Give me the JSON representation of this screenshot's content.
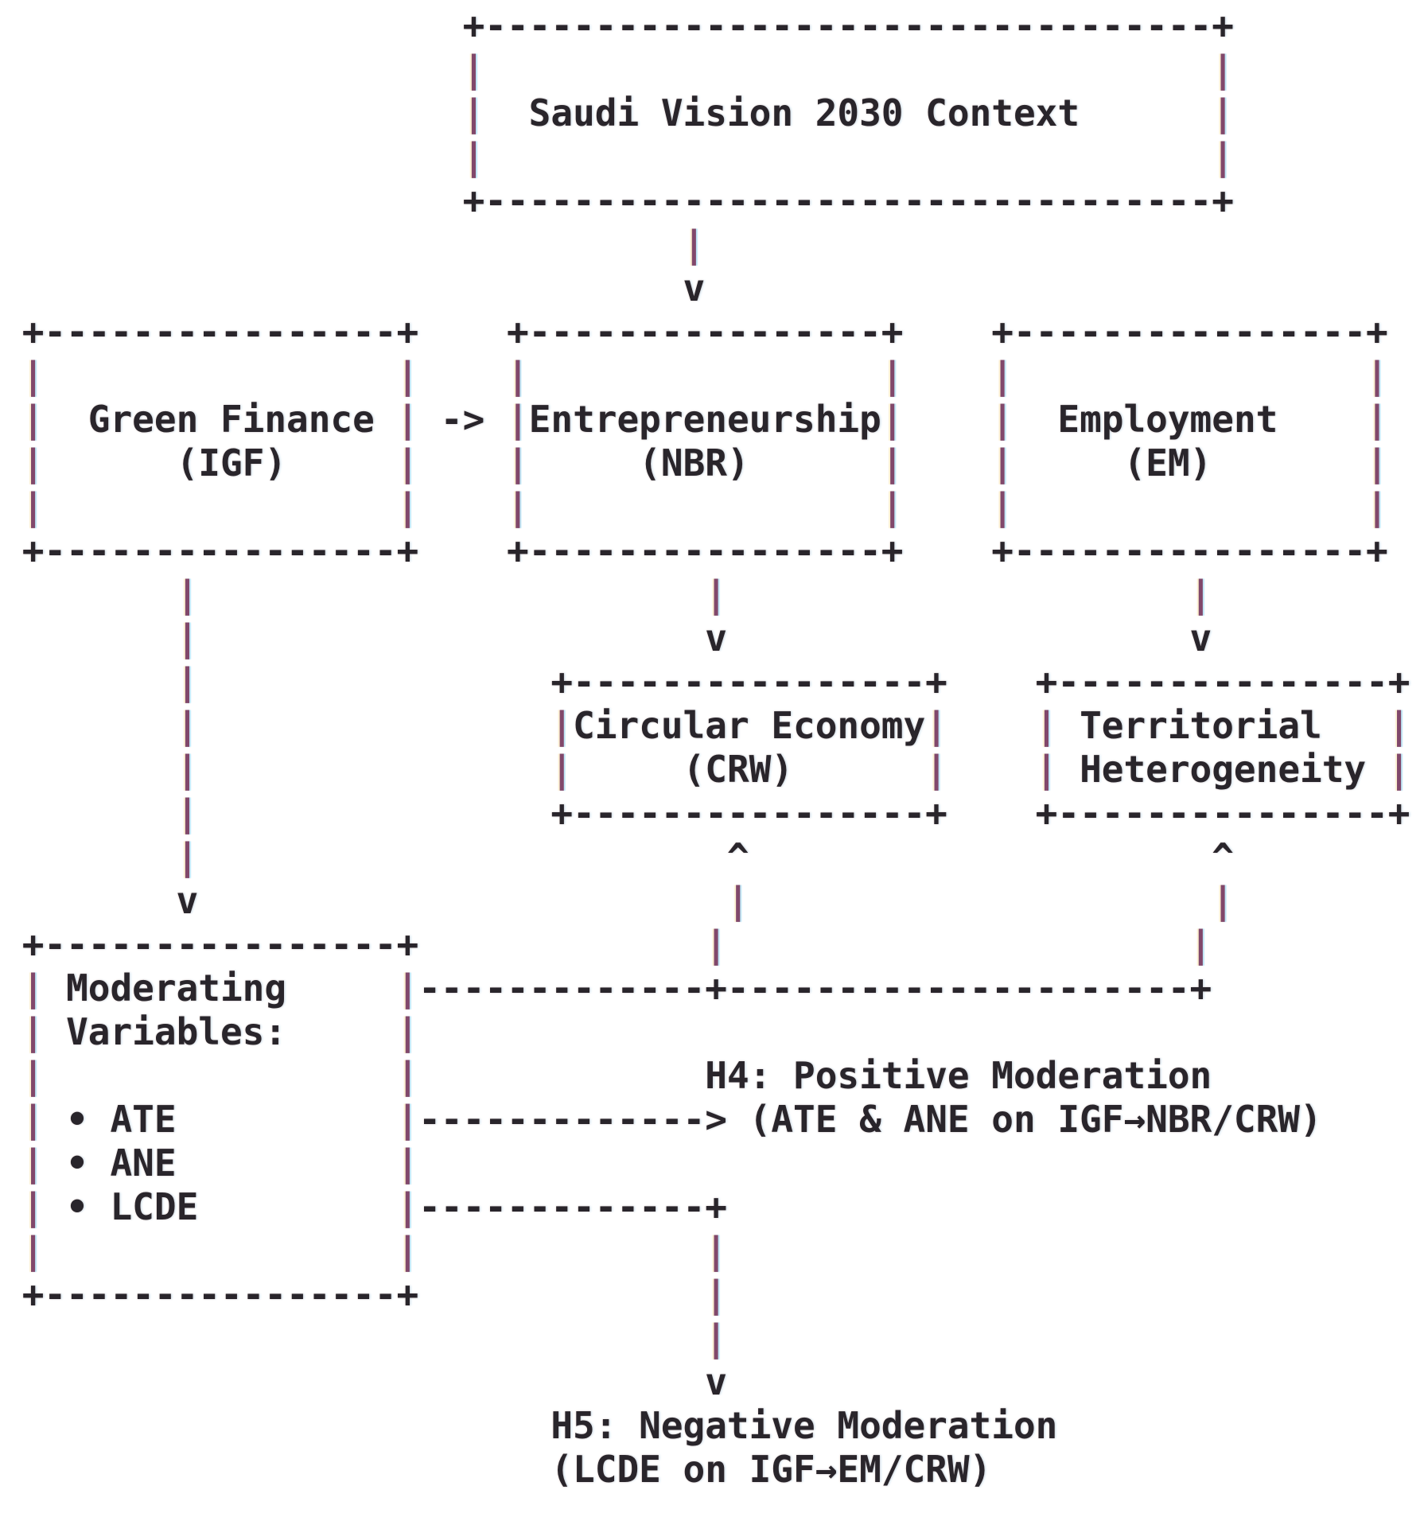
{
  "colors": {
    "background": "#ffffff",
    "ink": "#29252b",
    "pipe_accent": "#81486b"
  },
  "diagram": {
    "title_node": "Saudi Vision 2030 Context",
    "nodes": [
      {
        "id": "context",
        "label": "Saudi Vision 2030 Context"
      },
      {
        "id": "green-finance",
        "label": "Green Finance",
        "abbr": "(IGF)"
      },
      {
        "id": "entrepreneurship",
        "label": "Entrepreneurship",
        "abbr": "(NBR)"
      },
      {
        "id": "employment",
        "label": "Employment",
        "abbr": "(EM)"
      },
      {
        "id": "circular-economy",
        "label": "Circular Economy",
        "abbr": "(CRW)"
      },
      {
        "id": "territorial-heterogeneity",
        "label": "Territorial Heterogeneity"
      },
      {
        "id": "moderating-variables",
        "label": "Moderating Variables:",
        "bullets": [
          "ATE",
          "ANE",
          "LCDE"
        ]
      }
    ],
    "edges": [
      {
        "from": "context",
        "to": "entrepreneurship",
        "glyph": "v"
      },
      {
        "from": "green-finance",
        "to": "entrepreneurship",
        "glyph": "->"
      },
      {
        "from": "entrepreneurship",
        "to": "circular-economy",
        "glyph": "v"
      },
      {
        "from": "employment",
        "to": "territorial-heterogeneity",
        "glyph": "v"
      },
      {
        "from": "green-finance",
        "to": "moderating-variables",
        "glyph": "v"
      },
      {
        "from": "moderating-variables",
        "to": "circular-economy",
        "glyph": "^"
      },
      {
        "from": "moderating-variables",
        "to": "territorial-heterogeneity",
        "glyph": "^"
      }
    ],
    "annotations": [
      {
        "id": "h4",
        "line1": "H4: Positive Moderation",
        "line2": "(ATE & ANE on IGF→NBR/CRW)"
      },
      {
        "id": "h5",
        "line1": "H5: Negative Moderation",
        "line2": "(LCDE on IGF→EM/CRW)"
      }
    ],
    "ascii_lines": [
      "                     +---------------------------------+",
      "                     |                                 |",
      "                     |  Saudi Vision 2030 Context      |",
      "                     |                                 |",
      "                     +---------------------------------+",
      "                               |",
      "                               v",
      " +----------------+    +----------------+    +----------------+",
      " |                |    |                |    |                |",
      " |  Green Finance | -> |Entrepreneurship|    |  Employment    |",
      " |      (IGF)     |    |     (NBR)      |    |     (EM)       |",
      " |                |    |                |    |                |",
      " +----------------+    +----------------+    +----------------+",
      "        |                       |                     |",
      "        |                       v                     v",
      "        |                +----------------+    +---------------+",
      "        |                |Circular Economy|    | Territorial   |",
      "        |                |     (CRW)      |    | Heterogeneity |",
      "        |                +----------------+    +---------------+",
      "        |                        ^                     ^",
      "        v                        |                     |",
      " +----------------+             |                     |",
      " | Moderating     |-------------+---------------------+",
      " | Variables:     |",
      " |                |             H4: Positive Moderation",
      " | • ATE          |-------------> (ATE & ANE on IGF→NBR/CRW)",
      " | • ANE          |",
      " | • LCDE         |-------------+",
      " |                |             |",
      " +----------------+             |",
      "                                |",
      "                                v",
      "                         H5: Negative Moderation",
      "                         (LCDE on IGF→EM/CRW)"
    ]
  }
}
